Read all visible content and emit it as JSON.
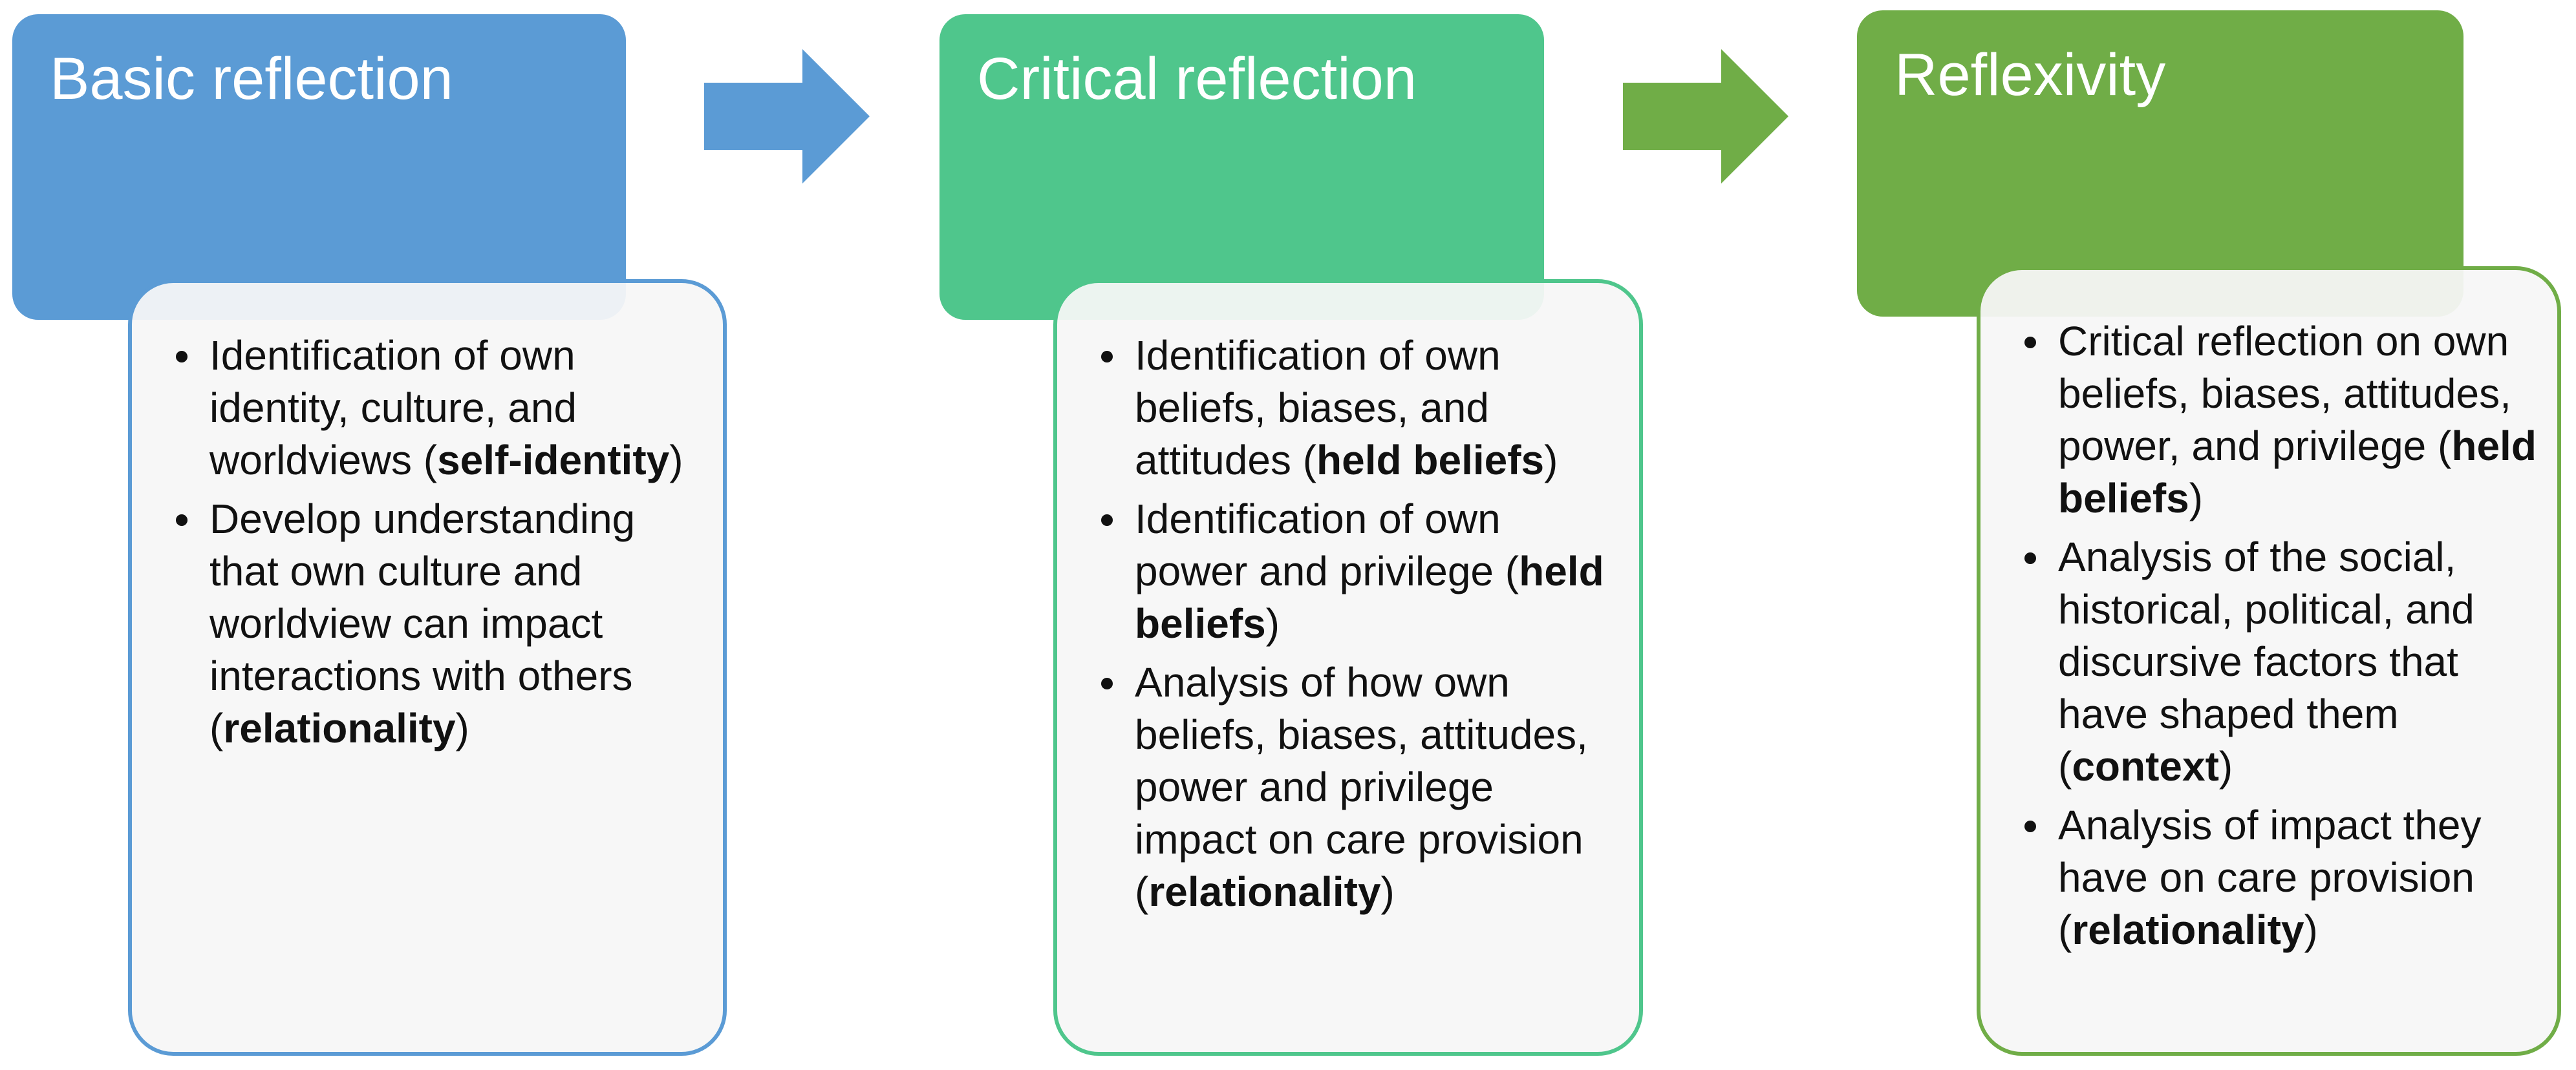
{
  "colors": {
    "stage1": "#5b9bd5",
    "stage2": "#4fc68c",
    "stage3": "#70ad47",
    "card_bg": "#f7f7f7"
  },
  "stages": [
    {
      "title": "Basic reflection",
      "bullets": [
        {
          "text": "Identification of own identity, culture, and worldviews (",
          "bold": "self-identity",
          "after": ")"
        },
        {
          "text": "Develop understanding that own culture and worldview can impact interactions with others (",
          "bold": "relationality",
          "after": ")"
        }
      ]
    },
    {
      "title": "Critical reflection",
      "bullets": [
        {
          "text": "Identification of own beliefs, biases, and attitudes (",
          "bold": "held beliefs",
          "after": ")"
        },
        {
          "text": "Identification of own power and privilege (",
          "bold": "held beliefs",
          "after": ")"
        },
        {
          "text": "Analysis of how own beliefs, biases, attitudes, power and privilege impact on care provision (",
          "bold": "relationality",
          "after": ")"
        }
      ]
    },
    {
      "title": "Reflexivity",
      "bullets": [
        {
          "text": "Critical reflection on own beliefs, biases, attitudes, power, and privilege (",
          "bold": "held beliefs",
          "after": ")"
        },
        {
          "text": "Analysis of the social, historical, political, and discursive factors that have shaped them (",
          "bold": "context",
          "after": ")"
        },
        {
          "text": "Analysis of impact they have on care provision (",
          "bold": "relationality",
          "after": ")"
        }
      ]
    }
  ]
}
